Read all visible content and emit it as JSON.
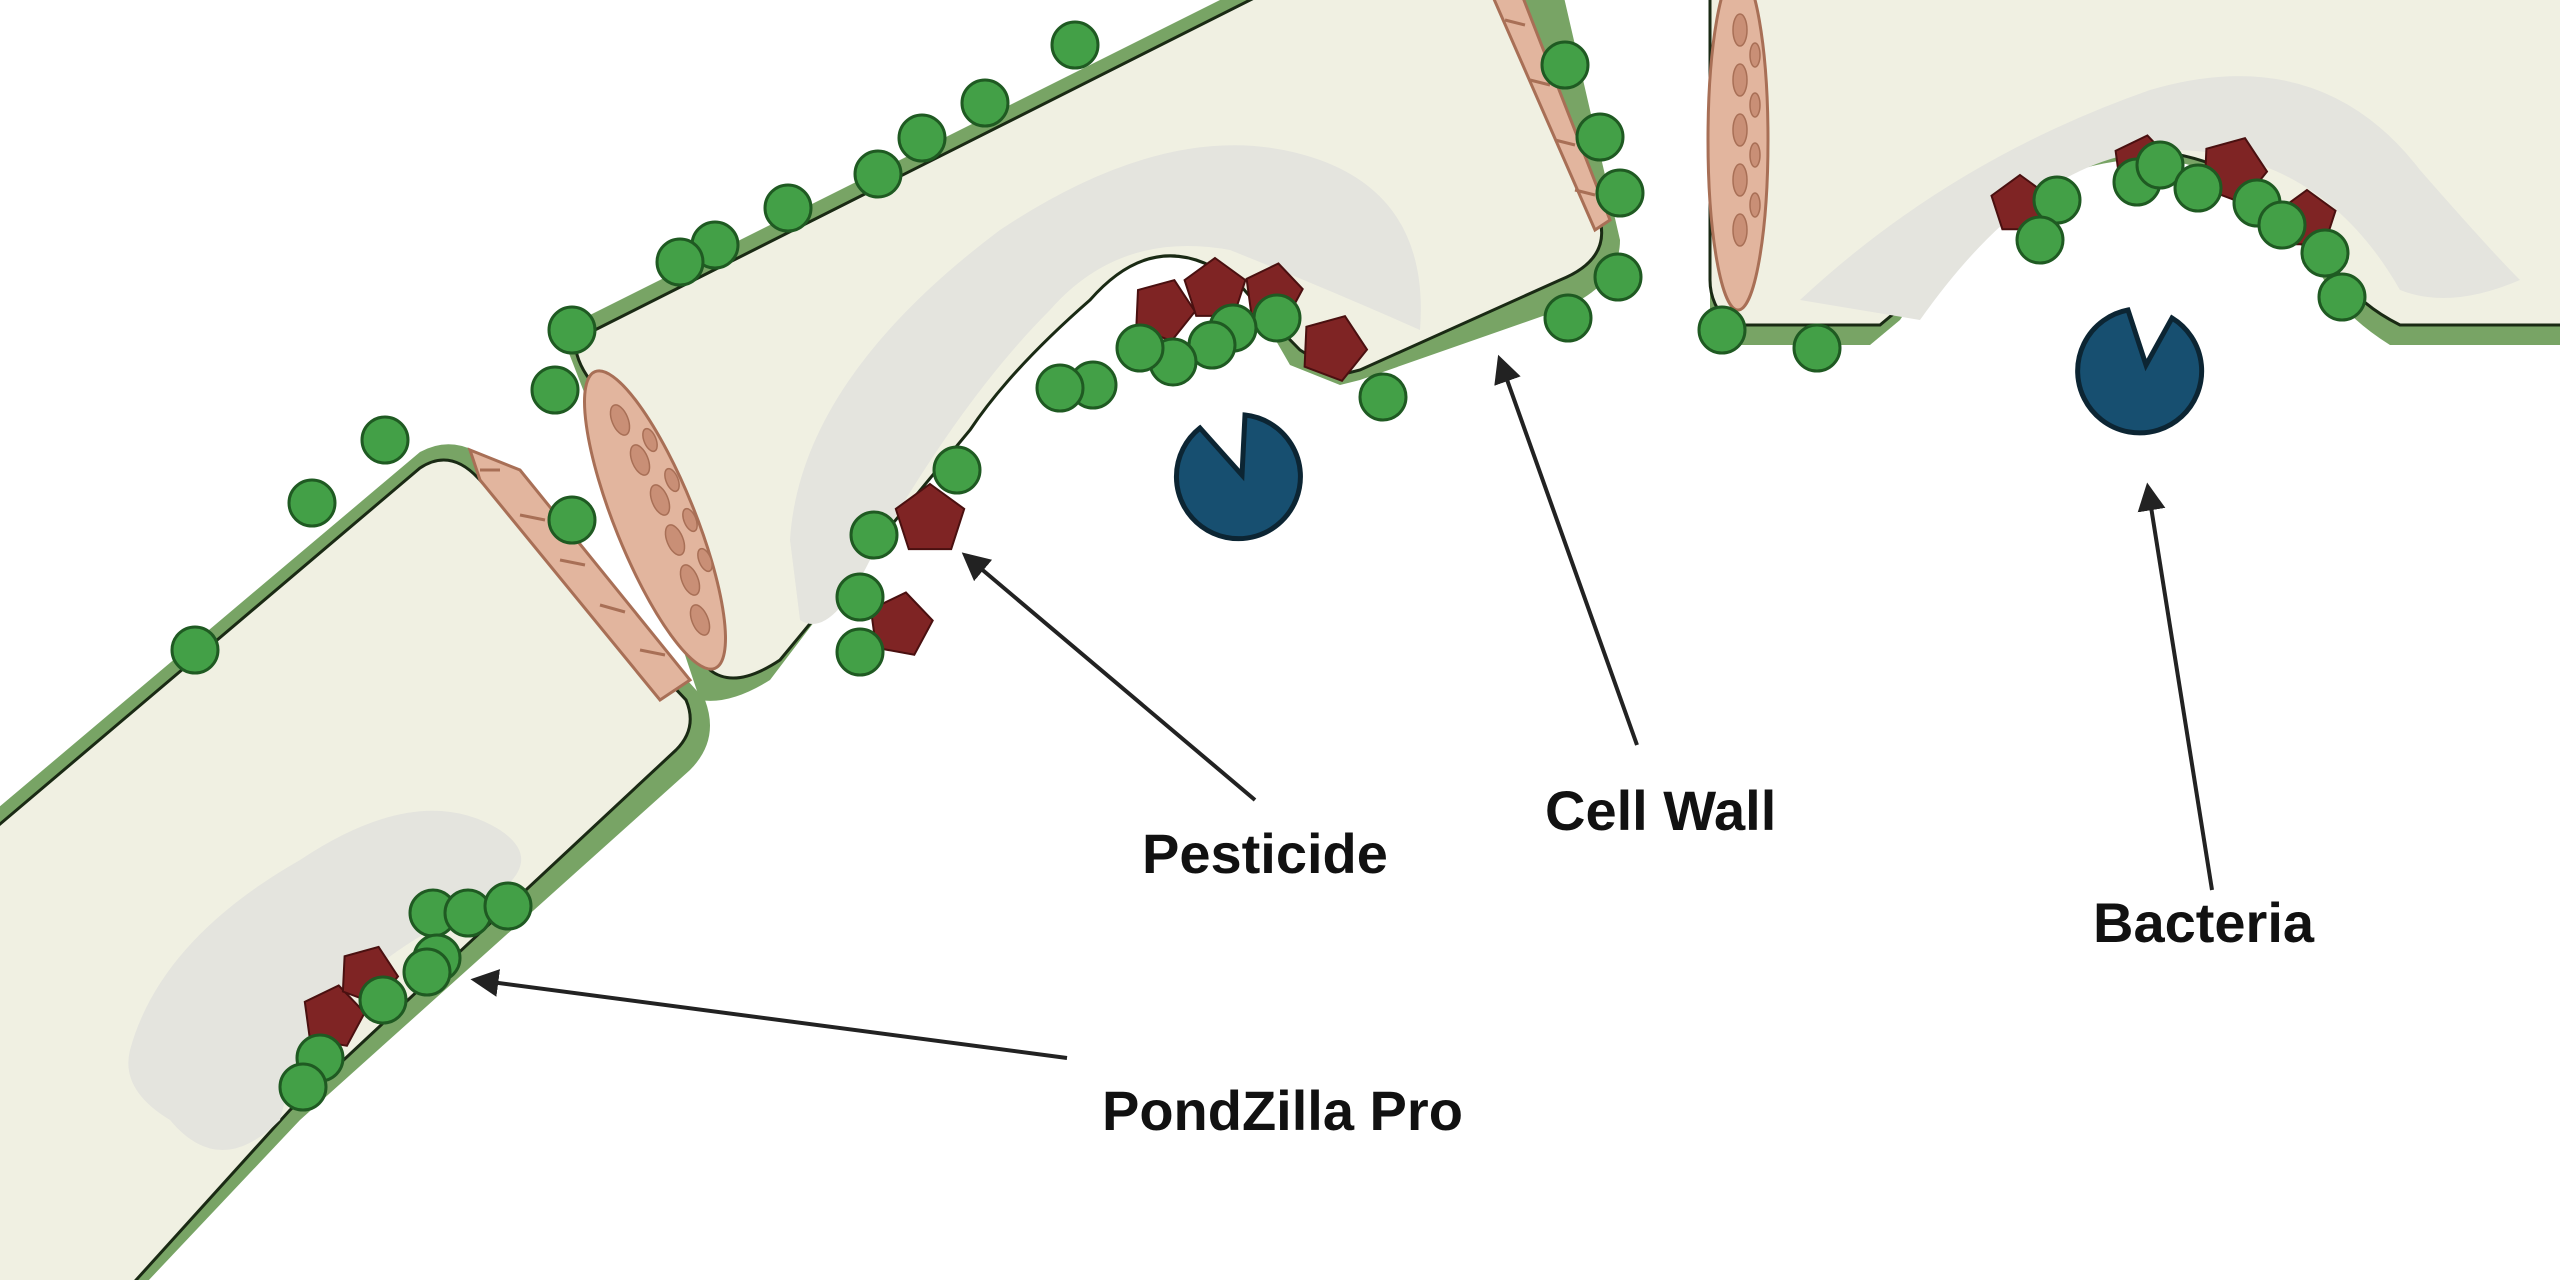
{
  "labels": {
    "pesticide": "Pesticide",
    "cell_wall": "Cell Wall",
    "bacteria": "Bacteria",
    "pondzilla": "PondZilla Pro"
  },
  "colors": {
    "cell_fill": "#f0f0e2",
    "cell_wall": "#78a465",
    "cell_outline": "#1a2a14",
    "shadow": "#e4e4de",
    "junction": "#e2b59e",
    "junction_stroke": "#a86f56",
    "particle": "#43a047",
    "particle_stroke": "#1f5a22",
    "pesticide": "#7f2424",
    "pesticide_stroke": "#4a1010",
    "bacteria": "#174f70",
    "bacteria_stroke": "#0c2533",
    "arrow": "#222222"
  },
  "icons": {
    "particle": "green-circle",
    "pesticide": "dark-red-pentagon",
    "bacteria": "pac-man-circle"
  }
}
